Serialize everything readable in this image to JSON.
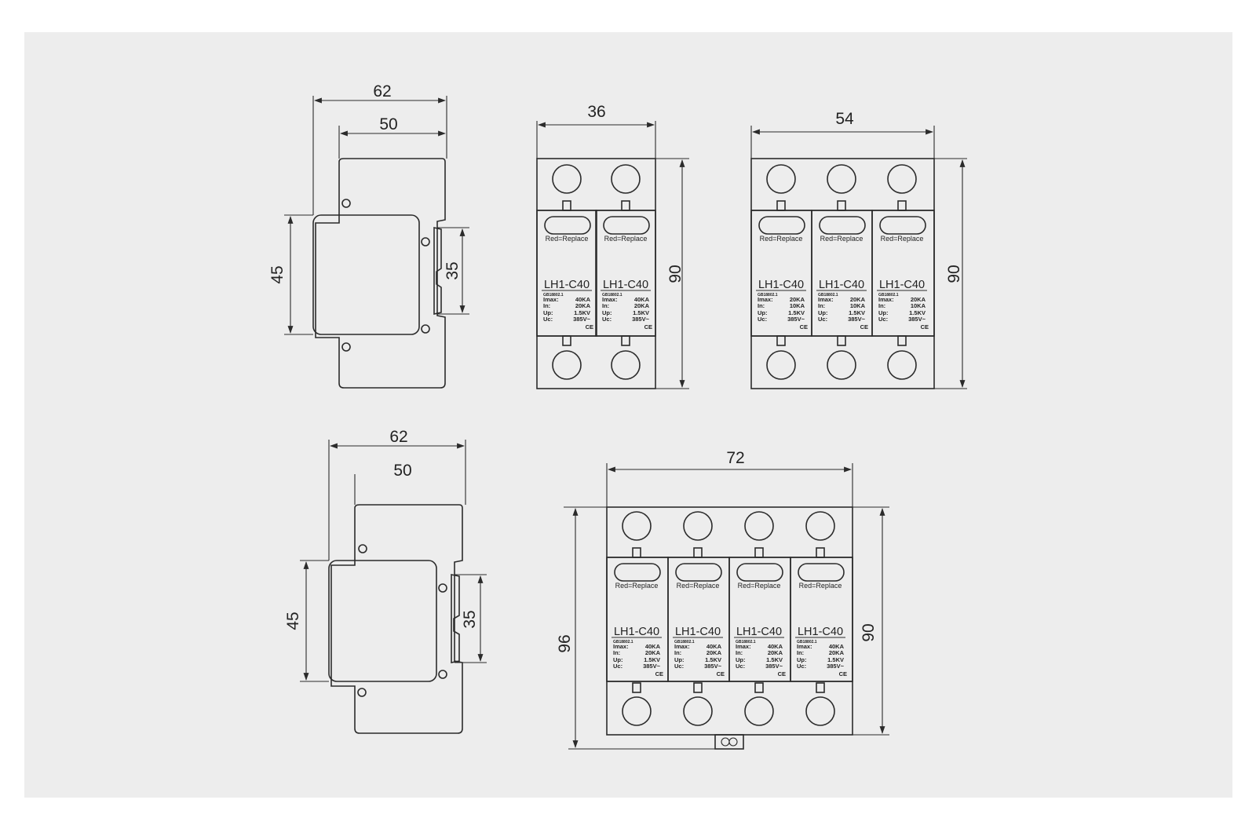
{
  "colors": {
    "background": "#ededed",
    "line": "#2b2b2b"
  },
  "side_view_top": {
    "width_outer": "62",
    "width_inner": "50",
    "height_body": "45",
    "height_rail": "35"
  },
  "side_view_bottom": {
    "width_outer": "62",
    "width_inner": "50",
    "height_body": "45",
    "height_rail": "35"
  },
  "front_2p": {
    "width": "36",
    "height": "90",
    "modules": [
      {
        "label": "Red=Replace",
        "model": "LH1-C40",
        "code": "GB18802.1",
        "imax_label": "Imax:",
        "imax": "40KA",
        "in_label": "In:",
        "in": "20KA",
        "up_label": "Up:",
        "up": "1.5KV",
        "uc_label": "Uc:",
        "uc": "385V~",
        "mark": "CE"
      },
      {
        "label": "Red=Replace",
        "model": "LH1-C40",
        "code": "GB18802.1",
        "imax_label": "Imax:",
        "imax": "40KA",
        "in_label": "In:",
        "in": "20KA",
        "up_label": "Up:",
        "up": "1.5KV",
        "uc_label": "Uc:",
        "uc": "385V~",
        "mark": "CE"
      }
    ]
  },
  "front_3p": {
    "width": "54",
    "height": "90",
    "modules": [
      {
        "label": "Red=Replace",
        "model": "LH1-C40",
        "code": "GB18802.1",
        "imax_label": "Imax:",
        "imax": "20KA",
        "in_label": "In:",
        "in": "10KA",
        "up_label": "Up:",
        "up": "1.5KV",
        "uc_label": "Uc:",
        "uc": "385V~",
        "mark": "CE"
      },
      {
        "label": "Red=Replace",
        "model": "LH1-C40",
        "code": "GB18802.1",
        "imax_label": "Imax:",
        "imax": "20KA",
        "in_label": "In:",
        "in": "10KA",
        "up_label": "Up:",
        "up": "1.5KV",
        "uc_label": "Uc:",
        "uc": "385V~",
        "mark": "CE"
      },
      {
        "label": "Red=Replace",
        "model": "LH1-C40",
        "code": "GB18802.1",
        "imax_label": "Imax:",
        "imax": "20KA",
        "in_label": "In:",
        "in": "10KA",
        "up_label": "Up:",
        "up": "1.5KV",
        "uc_label": "Uc:",
        "uc": "385V~",
        "mark": "CE"
      }
    ]
  },
  "front_4p": {
    "width": "72",
    "height_outer": "96",
    "height_body": "90",
    "modules": [
      {
        "label": "Red=Replace",
        "model": "LH1-C40",
        "code": "GB18802.1",
        "imax_label": "Imax:",
        "imax": "40KA",
        "in_label": "In:",
        "in": "20KA",
        "up_label": "Up:",
        "up": "1.5KV",
        "uc_label": "Uc:",
        "uc": "385V~",
        "mark": "CE"
      },
      {
        "label": "Red=Replace",
        "model": "LH1-C40",
        "code": "GB18802.1",
        "imax_label": "Imax:",
        "imax": "40KA",
        "in_label": "In:",
        "in": "20KA",
        "up_label": "Up:",
        "up": "1.5KV",
        "uc_label": "Uc:",
        "uc": "385V~",
        "mark": "CE"
      },
      {
        "label": "Red=Replace",
        "model": "LH1-C40",
        "code": "GB18802.1",
        "imax_label": "Imax:",
        "imax": "40KA",
        "in_label": "In:",
        "in": "20KA",
        "up_label": "Up:",
        "up": "1.5KV",
        "uc_label": "Uc:",
        "uc": "385V~",
        "mark": "CE"
      },
      {
        "label": "Red=Replace",
        "model": "LH1-C40",
        "code": "GB18802.1",
        "imax_label": "Imax:",
        "imax": "40KA",
        "in_label": "In:",
        "in": "20KA",
        "up_label": "Up:",
        "up": "1.5KV",
        "uc_label": "Uc:",
        "uc": "385V~",
        "mark": "CE"
      }
    ]
  }
}
